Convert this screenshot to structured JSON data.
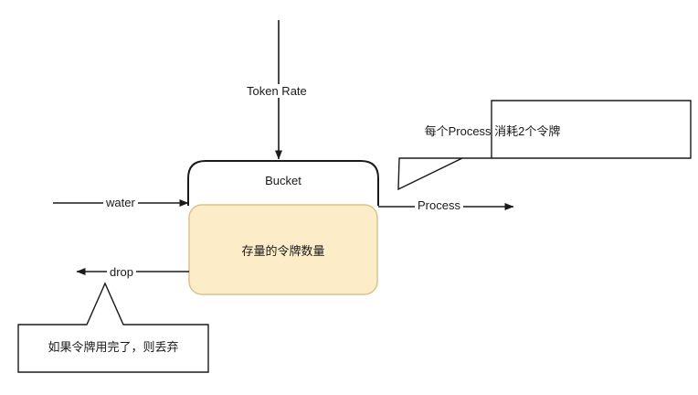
{
  "diagram": {
    "title": "Token Bucket Rate Limiter Diagram",
    "background_color": "#ffffff",
    "stroke_color": "#1a1a1a",
    "fill_color": "#fdecc8",
    "fill_border_color": "#d9c388",
    "bucket": {
      "title": "Bucket",
      "fill_label": "存量的令牌数量"
    },
    "arrows": {
      "token_rate": "Token Rate",
      "water": "water",
      "process": "Process",
      "drop": "drop"
    },
    "callouts": {
      "process": "每个Process 消耗2个令牌",
      "drop": "如果令牌用完了，则丢弃"
    }
  }
}
